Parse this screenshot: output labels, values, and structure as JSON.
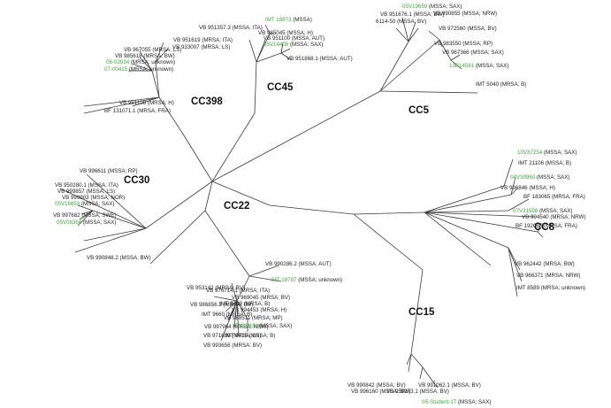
{
  "colors": {
    "normal": "#222222",
    "highlight": "#3aab3a",
    "branch": "#3a3a3a"
  },
  "clusters": [
    "CC398",
    "CC45",
    "CC5",
    "CC30",
    "CC22",
    "CC8",
    "CC15"
  ],
  "leaves": [
    {
      "id": "VB 967055 (MRSA; LS)",
      "hl": false
    },
    {
      "id": "VB 985618 (MRSA; BW)",
      "hl": false
    },
    {
      "id": "06-03034",
      "suffix": " (MRSA; unknown)",
      "hl": true
    },
    {
      "id": "07-00415",
      "suffix": " (MRSA; unknown)",
      "hl": true
    },
    {
      "id": "VB 951108 (MRSA; H)",
      "hl": false
    },
    {
      "id": "BF 131071.1 (MRSA; FRA)",
      "hl": false
    },
    {
      "id": "VB 951619 (MRSA; ITA)",
      "hl": false
    },
    {
      "id": "VB 933007 (MRSA; LS)",
      "hl": false
    },
    {
      "id": "VB 951357.3 (MSSA; ITA)",
      "hl": false
    },
    {
      "id": "IMT 18873",
      "suffix": " (MSSA)",
      "hl": true
    },
    {
      "id": "VB 985045 (MSSA; H)",
      "hl": false
    },
    {
      "id": "VB 951100 (MSSA; AUT)",
      "hl": false
    },
    {
      "id": "05V14408",
      "suffix": " (MSSA; SAX)",
      "hl": true
    },
    {
      "id": "VB 951868.1 (MSSA; AUT)",
      "hl": false
    },
    {
      "id": "05V19659",
      "suffix": " (MSSA; SAX)",
      "hl": true
    },
    {
      "id": "VB 951676.1 (MSSA; BW)",
      "hl": false
    },
    {
      "id": "VB 990855 (MSSA; NRW)",
      "hl": false
    },
    {
      "id": "6114-50 (MSSA; BV)",
      "hl": false
    },
    {
      "id": "VB 972560 (MSSA; BV)",
      "hl": false
    },
    {
      "id": "VB 983550 (MSSA; RP)",
      "hl": false
    },
    {
      "id": "VB 967366 (MSSA; SAX)",
      "hl": false
    },
    {
      "id": "10B14561",
      "suffix": " (MSSA; SAX)",
      "hl": true
    },
    {
      "id": "IMT 5040 (MRSA; B)",
      "hl": false
    },
    {
      "id": "VB 996611 (MSSA; RP)",
      "hl": false
    },
    {
      "id": "VB 950280.1 (MSSA; ITA)",
      "hl": false
    },
    {
      "id": "VB 999857 (MSSA; LS)",
      "hl": false
    },
    {
      "id": "VB 999903 (MSSA; NOR)",
      "hl": false
    },
    {
      "id": "05V16853",
      "suffix": " (MSSA; SAX)",
      "hl": true
    },
    {
      "id": "VB 997682 (MSSA; SWE)",
      "hl": false
    },
    {
      "id": "05V08364",
      "suffix": " (MSSA; SAX)",
      "hl": true
    },
    {
      "id": "10V37254",
      "suffix": " (MSSA; SAX)",
      "hl": true
    },
    {
      "id": "IMT 21106 (MSSA; B)",
      "hl": false
    },
    {
      "id": "04V39960",
      "suffix": " (MSSA; SAX)",
      "hl": true
    },
    {
      "id": "VB 996846 (MSSA; H)",
      "hl": false
    },
    {
      "id": "BF 183065 (MRSA; FRA)",
      "hl": false
    },
    {
      "id": "07V31598",
      "suffix": " (MSSA; SAX)",
      "hl": true
    },
    {
      "id": "VB 994540 (MRSA; NRW)",
      "hl": false
    },
    {
      "id": "BF 192086 (MRSA; FRA)",
      "hl": false
    },
    {
      "id": "VB 962442 (MRSA; BW)",
      "hl": false
    },
    {
      "id": "VB 966371 (MRSA; NRW)",
      "hl": false
    },
    {
      "id": "IMT 8589 (MRSA; unknown)",
      "hl": false
    },
    {
      "id": "VB 990848.2 (MSSA; BW)",
      "hl": false
    },
    {
      "id": "VB 990286.2 (MSSA; AUT)",
      "hl": false
    },
    {
      "id": "IMT 18787",
      "suffix": " (MSSA; unknown)",
      "hl": true
    },
    {
      "id": "VB 953142 (MRSA; BV)",
      "hl": false
    },
    {
      "id": "VB 976714.1 (MRSA; ITA)",
      "hl": false
    },
    {
      "id": "VB 969045 (MRSA; BV)",
      "hl": false
    },
    {
      "id": "VB 986856.2 (MRSA; BV)",
      "hl": false
    },
    {
      "id": "IMT 8729 (MRSA; B)",
      "hl": false
    },
    {
      "id": "VB 994453 (MRSA; H)",
      "hl": false
    },
    {
      "id": "IMT 9660 (MRSA; B)",
      "hl": false
    },
    {
      "id": "VB 988511 (MRSA; MP)",
      "hl": false
    },
    {
      "id": "VB 997964 (MRSA; NRW)",
      "hl": false
    },
    {
      "id": "05V19333",
      "suffix": " (MSSA; SAX)",
      "hl": true
    },
    {
      "id": "VB 971639 (MRSA; LS)",
      "hl": false
    },
    {
      "id": "IMT 9715 (MRSA; B)",
      "hl": false
    },
    {
      "id": "VB 993656 (MRSA; BV)",
      "hl": false
    },
    {
      "id": "VB 990842 (MSSA; BV)",
      "hl": false
    },
    {
      "id": "VB 991062.1 (MSSA; BV)",
      "hl": false
    },
    {
      "id": "VB 996160 (MSSA; BW)",
      "hl": false
    },
    {
      "id": "VB 950373.1 (MSSA; BV)",
      "hl": false
    },
    {
      "id": "05-Student-17",
      "suffix": " (MSSA; SAX)",
      "hl": true
    }
  ]
}
